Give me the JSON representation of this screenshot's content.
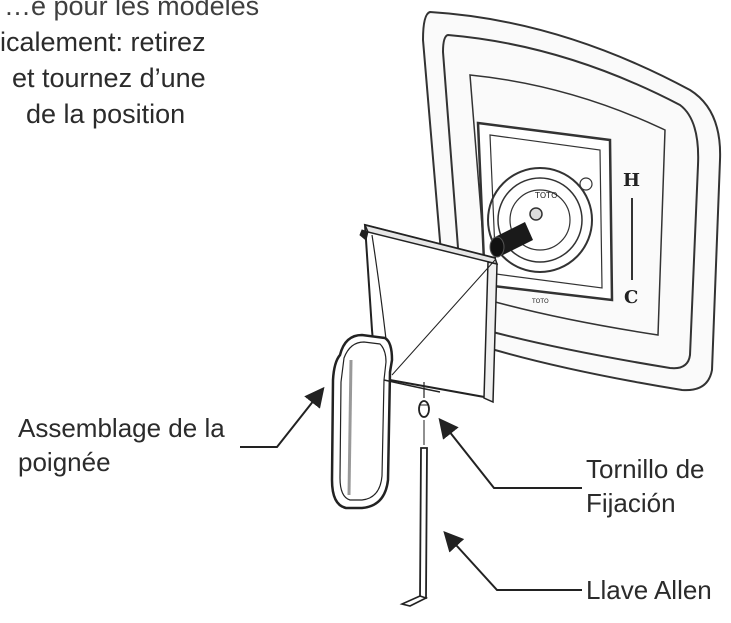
{
  "instruction_lines": [
    "…e pour les modèles",
    "icalement: retirez",
    "et tournez d’une",
    "de la position"
  ],
  "valve_markings": {
    "hot": "H",
    "cold": "C",
    "brand": "TOTO"
  },
  "labels": {
    "handle_line1": "Assemblage de la",
    "handle_line2": "poignée",
    "screw_line1": "Tornillo de",
    "screw_line2": "Fijación",
    "allen": "Llave Allen"
  }
}
